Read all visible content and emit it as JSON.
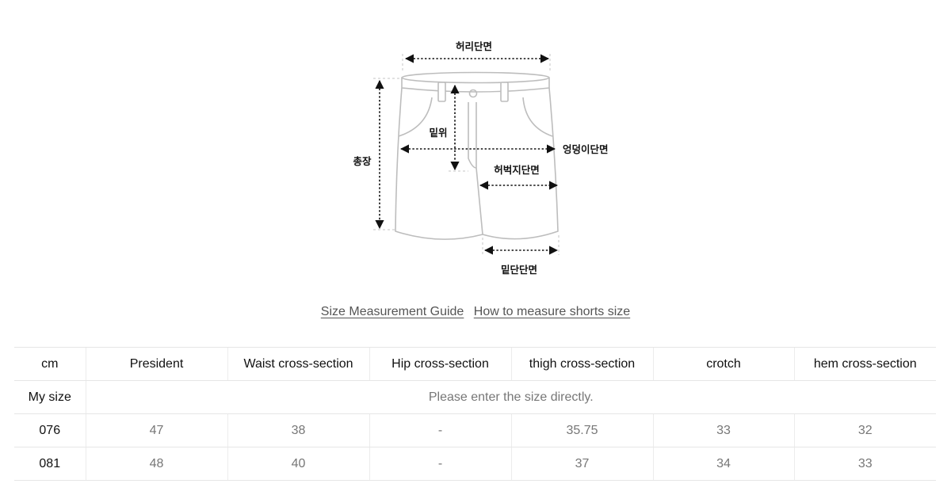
{
  "diagram": {
    "labels": {
      "waist": "허리단면",
      "rise": "밑위",
      "hip": "엉덩이단면",
      "length": "총장",
      "thigh": "허벅지단면",
      "hem": "밑단단면"
    }
  },
  "guide_links": {
    "size_guide": "Size Measurement Guide",
    "how_to": "How to measure shorts size"
  },
  "size_table": {
    "columns": [
      "cm",
      "President",
      "Waist cross-section",
      "Hip cross-section",
      "thigh cross-section",
      "crotch",
      "hem cross-section"
    ],
    "my_size": {
      "label": "My size",
      "placeholder": "Please enter the size directly."
    },
    "rows": [
      {
        "size": "076",
        "values": [
          "47",
          "38",
          "-",
          "35.75",
          "33",
          "32"
        ]
      },
      {
        "size": "081",
        "values": [
          "48",
          "40",
          "-",
          "37",
          "34",
          "33"
        ]
      }
    ]
  }
}
